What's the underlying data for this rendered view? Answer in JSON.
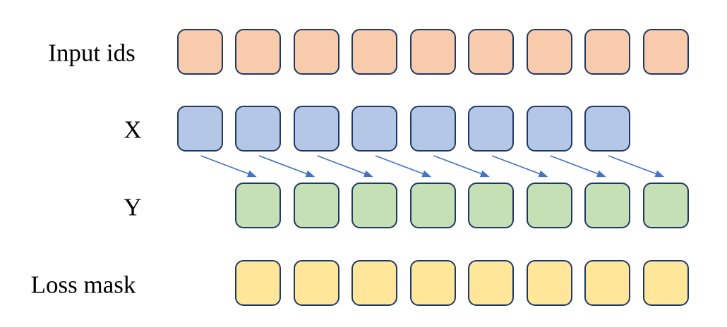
{
  "diagram": {
    "background_color": "#FFFFFF",
    "square_border_color": "#1F3864",
    "rows": [
      {
        "id": "input_ids",
        "label": "Input ids",
        "fill_color": "#F8CBAD",
        "count": 9,
        "start_col": 0
      },
      {
        "id": "x",
        "label": "X",
        "fill_color": "#B4C7E7",
        "count": 8,
        "start_col": 0
      },
      {
        "id": "y",
        "label": "Y",
        "fill_color": "#C5E0B4",
        "count": 8,
        "start_col": 1
      },
      {
        "id": "loss_mask",
        "label": "Loss mask",
        "fill_color": "#FFE699",
        "count": 8,
        "start_col": 1
      }
    ],
    "arrows": {
      "count": 8,
      "color": "#4472C4",
      "from_row": "x",
      "to_row": "y"
    }
  }
}
